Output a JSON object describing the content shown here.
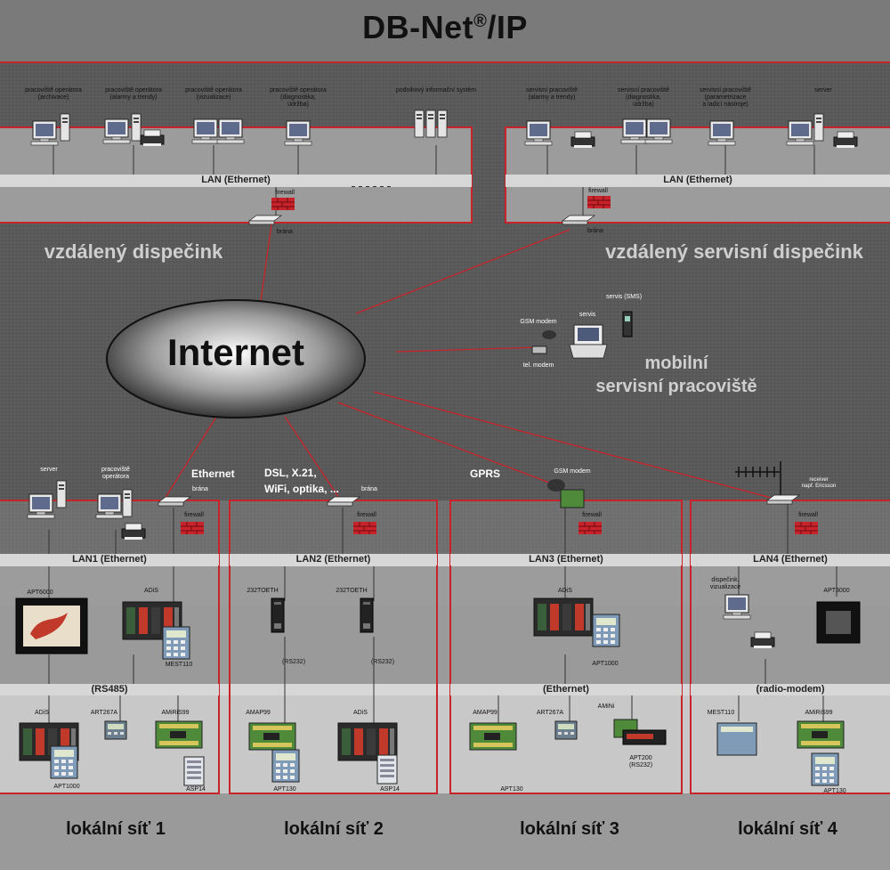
{
  "title": {
    "main": "DB-Net",
    "sup": "®",
    "suffix": "/IP"
  },
  "internet": "Internet",
  "remote_dispatch": {
    "label": "vzdálený dispečink",
    "lan": "LAN (Ethernet)",
    "firewall": "firewall",
    "gateway": "brána",
    "stations": [
      {
        "line1": "pracoviště operátora",
        "line2": "(archivace)"
      },
      {
        "line1": "pracoviště operátora",
        "line2": "(alarmy a trendy)"
      },
      {
        "line1": "pracoviště operátora",
        "line2": "(vizualizace)"
      },
      {
        "line1": "pracoviště operátora",
        "line2": "(diagnostika,",
        "line3": "údržba)"
      },
      {
        "line1": "podnikový informační systém"
      }
    ]
  },
  "remote_service": {
    "label": "vzdálený servisní dispečink",
    "lan": "LAN (Ethernet)",
    "firewall": "firewall",
    "gateway": "brána",
    "stations": [
      {
        "line1": "servisní pracoviště",
        "line2": "(alarmy a trendy)"
      },
      {
        "line1": "servisní pracoviště",
        "line2": "(diagnostika,",
        "line3": "údržba)"
      },
      {
        "line1": "servisní pracoviště",
        "line2": "(parametrizace",
        "line3": "a ladicí nástroje)"
      },
      {
        "line1": "server"
      }
    ]
  },
  "mobile": {
    "label_line1": "mobilní",
    "label_line2": "servisní pracoviště",
    "gsm_modem": "GSM modem",
    "tel_modem": "tel. modem",
    "servis": "servis",
    "servis_sms": "servis (SMS)"
  },
  "connections": {
    "ethernet": "Ethernet",
    "dsl_line1": "DSL, X.21,",
    "dsl_line2": "WiFi, optika, ...",
    "gprs": "GPRS"
  },
  "local_networks": [
    {
      "label": "lokální síť 1",
      "lan": "LAN1 (Ethernet)",
      "bus": "(RS485)",
      "gateway": "brána",
      "firewall": "firewall",
      "top_devices": [
        "server",
        "pracoviště operátora"
      ],
      "devices": [
        "APT6000",
        "ADiS",
        "MEST110",
        "ADiS",
        "ART267A",
        "AMiRiS99",
        "APT1000",
        "ASP14"
      ]
    },
    {
      "label": "lokální síť 2",
      "lan": "LAN2 (Ethernet)",
      "gateway": "brána",
      "firewall": "firewall",
      "devices": [
        "232TOETH",
        "232TOETH",
        "(RS232)",
        "(RS232)",
        "AMAP99",
        "ADiS",
        "APT130",
        "ASP14"
      ]
    },
    {
      "label": "lokální síť 3",
      "lan": "LAN3 (Ethernet)",
      "bus": "(Ethernet)",
      "gsm": "GSM modem",
      "firewall": "firewall",
      "devices": [
        "ADiS",
        "APT1000",
        "AMAP99",
        "ART267A",
        "AMiNi",
        "APT200",
        "(RS232)",
        "APT130"
      ]
    },
    {
      "label": "lokální síť 4",
      "lan": "LAN4 (Ethernet)",
      "bus": "(radio-modem)",
      "receiver_line1": "receiver",
      "receiver_line2": "např. Ericsson",
      "firewall": "firewall",
      "devices": [
        "dispečink,",
        "vizualizace",
        "APT3000",
        "MEST110",
        "AMiRiS99",
        "APT130"
      ]
    }
  ],
  "colors": {
    "accent": "#c8232a",
    "background": "#555555",
    "panel": "#9a9a9a",
    "lan": "#d7d7d7"
  }
}
